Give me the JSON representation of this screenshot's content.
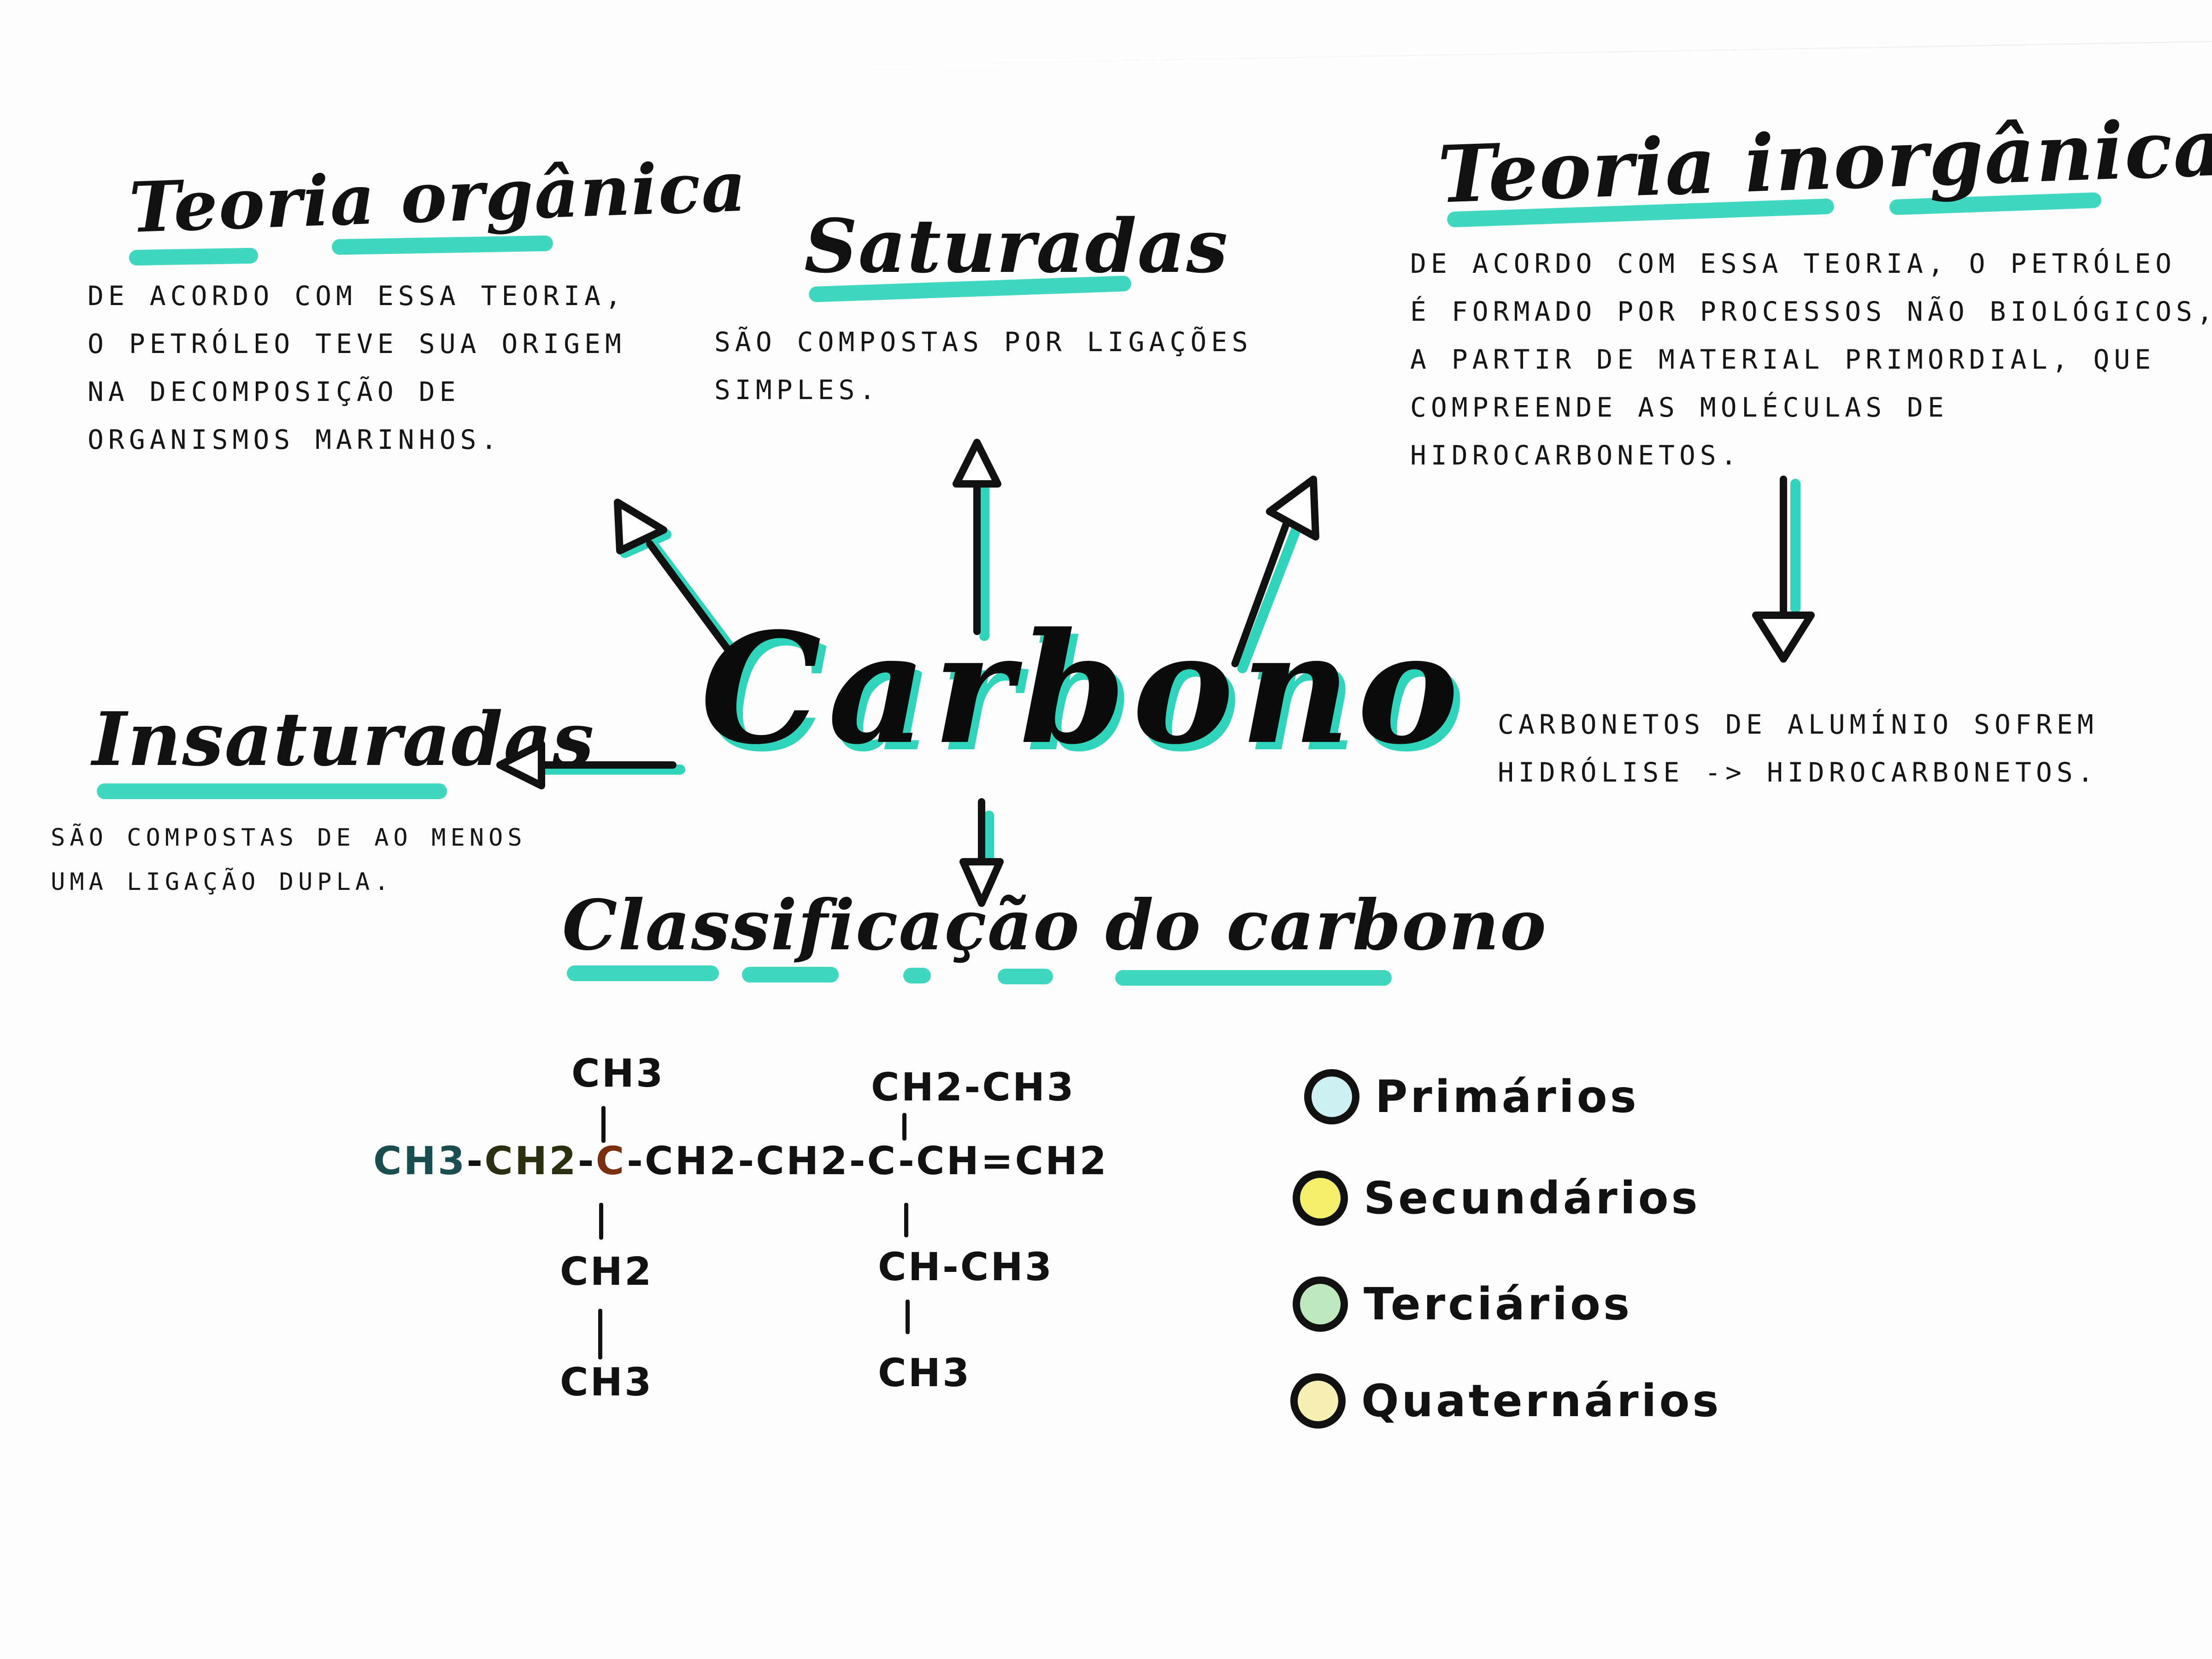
{
  "central": {
    "label": "Carbono"
  },
  "sections": {
    "teoria_organica": {
      "title": "Teoria orgânica",
      "lines": [
        "De acordo com essa teoria,",
        "o petróleo teve sua origem",
        "na decomposição de",
        "organismos marinhos."
      ]
    },
    "saturadas": {
      "title": "Saturadas",
      "lines": [
        "São compostas por ligações",
        "simples."
      ]
    },
    "teoria_inorganica": {
      "title": "Teoria inorgânica",
      "lines": [
        "De acordo com essa teoria, o petróleo",
        "é formado por processos não biológicos,",
        "a partir de material primordial, que",
        "compreende as moléculas de",
        "hidrocarbonetos."
      ],
      "followup_lines": [
        "Carbonetos de alumínio sofrem",
        "hidrólise -> hidrocarbonetos."
      ]
    },
    "insaturadas": {
      "title": "Insaturadas",
      "lines": [
        "São compostas de ao menos",
        "uma ligação dupla."
      ]
    },
    "classificacao": {
      "title": "Classificação do carbono"
    }
  },
  "molecule": {
    "main_chain": [
      "CH3",
      "CH2",
      "C",
      "CH2",
      "CH2",
      "C",
      "CH",
      "CH2"
    ],
    "bonds": [
      "-",
      "-",
      "-",
      "-",
      "-",
      "-",
      "="
    ],
    "branch_c3_up": "CH3",
    "branch_c3_down": [
      "CH2",
      "CH3"
    ],
    "branch_c6_up": "CH2-CH3",
    "branch_c6_down": [
      "CH-CH3",
      "CH3"
    ],
    "highlight_colors": {
      "c1_ch3": "#5aa8a8",
      "c2_ch2": "#c8d24a",
      "c3_quaternary": "#e08a4a"
    }
  },
  "legend": {
    "items": [
      {
        "label": "Primários",
        "color": "#cdeff2"
      },
      {
        "label": "Secundários",
        "color": "#f3ef6a"
      },
      {
        "label": "Terciários",
        "color": "#bfe8bf"
      },
      {
        "label": "Quaternários",
        "color": "#f6f0b5"
      }
    ]
  },
  "colors": {
    "ink": "#111111",
    "highlighter": "#2fd4bb"
  }
}
